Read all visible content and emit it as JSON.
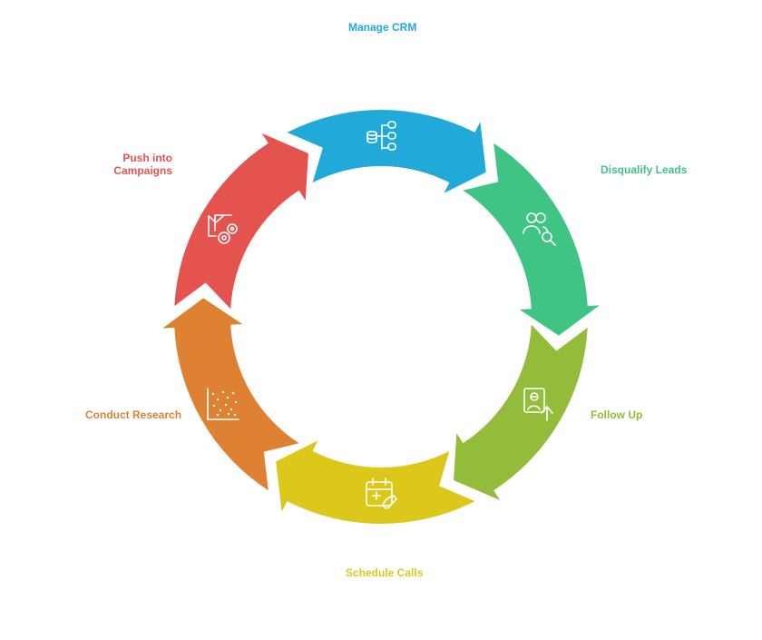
{
  "steps": [
    {
      "label": "Manage CRM",
      "color": "#21a9da",
      "icon": "database-stack-icon"
    },
    {
      "label": "Disqualify Leads",
      "color": "#3fc484",
      "icon": "users-search-icon"
    },
    {
      "label": "Follow Up",
      "color": "#92bc3a",
      "icon": "contact-upload-icon"
    },
    {
      "label": "Schedule Calls",
      "color": "#dcc81a",
      "icon": "calendar-phone-icon"
    },
    {
      "label": "Conduct Research",
      "color": "#de8133",
      "icon": "scatter-chart-icon"
    },
    {
      "label": "Push into\nCampaigns",
      "color": "#e5534f",
      "icon": "mail-target-icon"
    }
  ]
}
